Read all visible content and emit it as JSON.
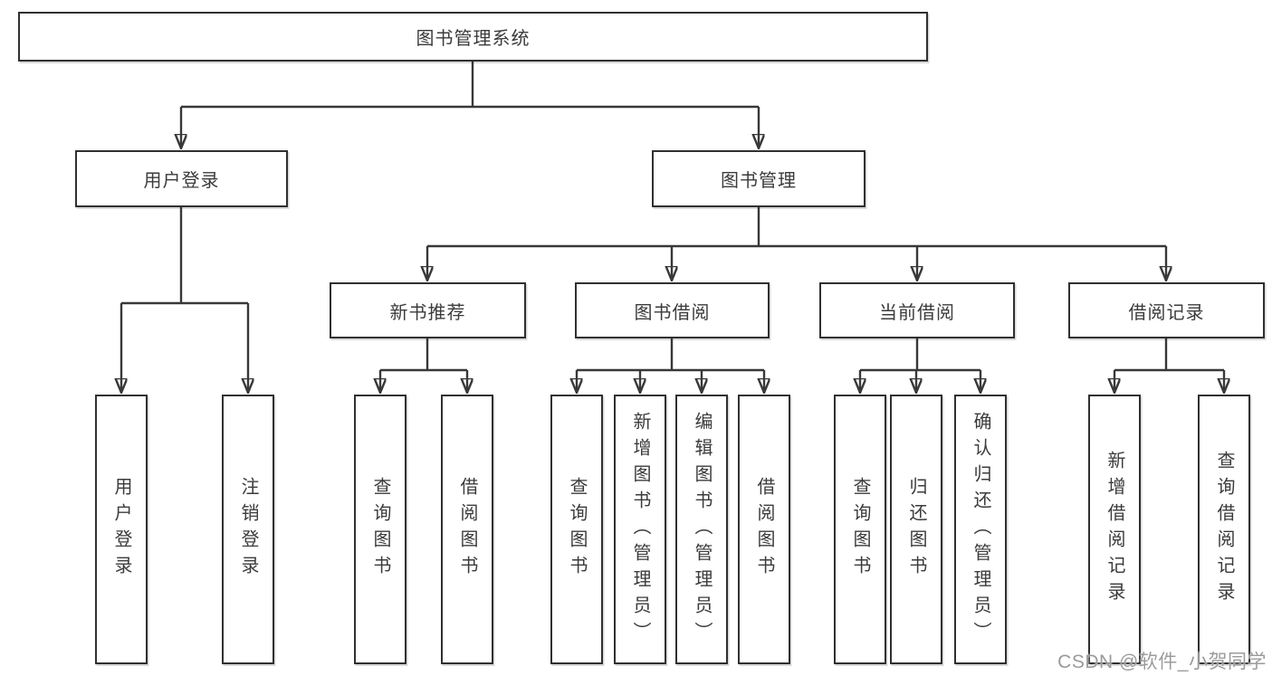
{
  "diagram": {
    "title": "图书管理系统",
    "branches": [
      {
        "label": "用户登录",
        "children": [
          {
            "label": "用户登录"
          },
          {
            "label": "注销登录"
          }
        ]
      },
      {
        "label": "图书管理",
        "children": [
          {
            "label": "新书推荐",
            "children": [
              {
                "label": "查询图书"
              },
              {
                "label": "借阅图书"
              }
            ]
          },
          {
            "label": "图书借阅",
            "children": [
              {
                "label": "查询图书"
              },
              {
                "label": "新增图书（管理员）"
              },
              {
                "label": "编辑图书（管理员）"
              },
              {
                "label": "借阅图书"
              }
            ]
          },
          {
            "label": "当前借阅",
            "children": [
              {
                "label": "查询图书"
              },
              {
                "label": "归还图书"
              },
              {
                "label": "确认归还（管理员）"
              }
            ]
          },
          {
            "label": "借阅记录",
            "children": [
              {
                "label": "新增借阅记录"
              },
              {
                "label": "查询借阅记录"
              }
            ]
          }
        ]
      }
    ]
  },
  "watermark": {
    "text": "CSDN @软件_小贺同学"
  },
  "colors": {
    "line": "#383838",
    "box_border": "#303030",
    "text": "#3b3b3b",
    "watermark": "#9b9b9b",
    "background": "#ffffff"
  }
}
